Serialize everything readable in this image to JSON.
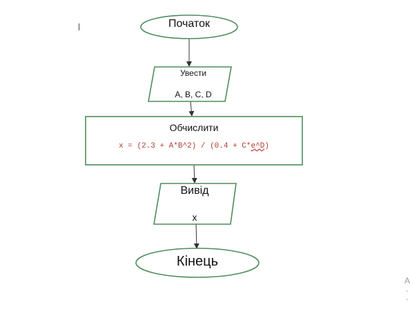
{
  "nodes": {
    "start": "Початок",
    "input_title": "Увести",
    "input_vars": "A, B, C, D",
    "compute_title": "Обчислити",
    "formula_prefix": "x = (2.3 + A*B^2) / (0.4 + C*",
    "formula_flagged": "e^D",
    "formula_suffix": ")",
    "output_title": "Вивід",
    "output_var": "x",
    "end": "Кінець"
  },
  "corner_text": {
    "letter": "A",
    "glyph_1": "ч",
    "glyph_2": "ч"
  },
  "colors": {
    "node_fill": "#ffffff",
    "node_stroke": "#4d8c5a",
    "connector": "#333333",
    "formula_text": "#b03a2e",
    "spellcheck_underline": "#d03030"
  }
}
